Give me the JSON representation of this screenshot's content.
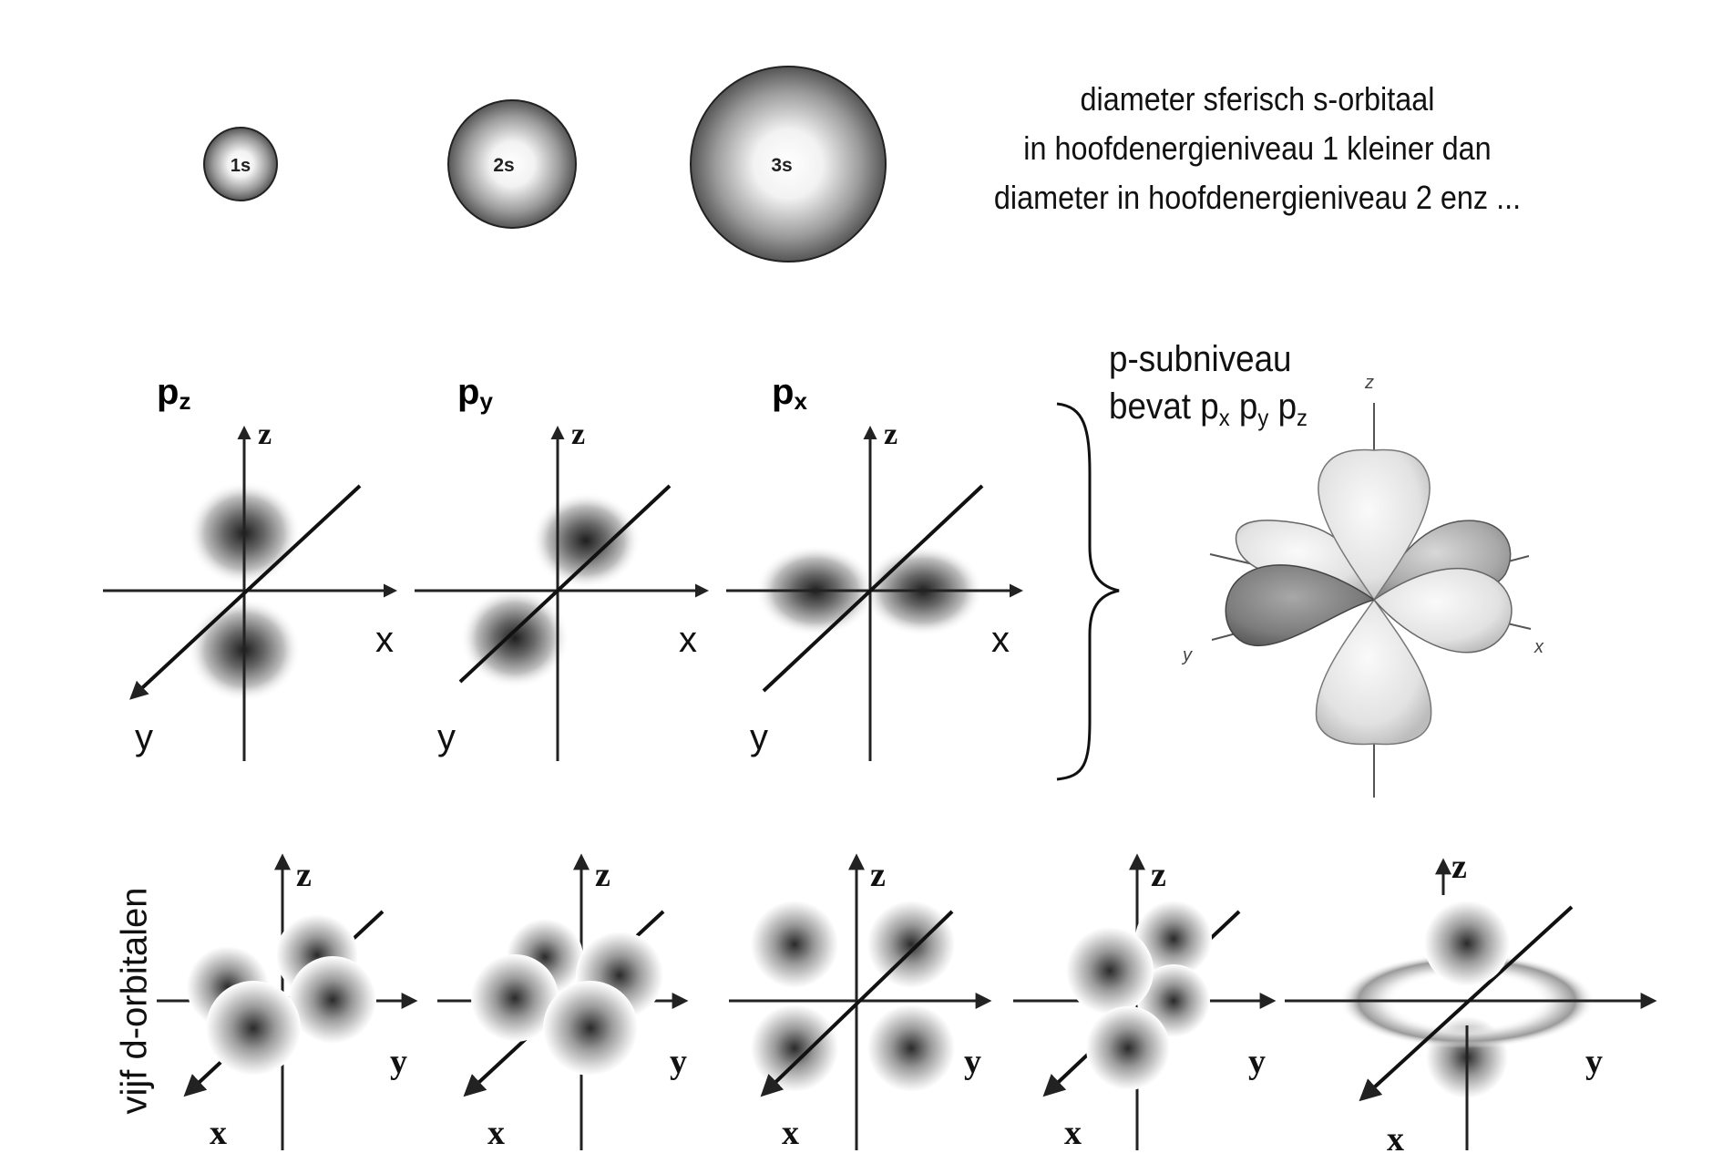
{
  "s_orbitals": {
    "items": [
      {
        "label": "1s"
      },
      {
        "label": "2s"
      },
      {
        "label": "3s"
      }
    ],
    "description": [
      "diameter sferisch s-orbitaal",
      "in hoofdenergieniveau 1 kleiner dan",
      "diameter in hoofdenergieniveau 2 enz ..."
    ]
  },
  "p_orbitals": {
    "panels": [
      {
        "base": "p",
        "sub": "z",
        "axis_z": "z",
        "axis_x": "x",
        "axis_y": "y"
      },
      {
        "base": "p",
        "sub": "y",
        "axis_z": "z",
        "axis_x": "x",
        "axis_y": "y"
      },
      {
        "base": "p",
        "sub": "x",
        "axis_z": "z",
        "axis_x": "x",
        "axis_y": "y"
      }
    ],
    "summary": {
      "line1": "p-subniveau",
      "line2_prefix": "bevat ",
      "p": "p",
      "x": "x",
      "y": "y",
      "z": "z"
    },
    "combined": {
      "axis_z": "z",
      "axis_x": "x",
      "axis_y": "y"
    }
  },
  "d_orbitals": {
    "side_label": "vijf d-orbitalen",
    "panels": [
      {
        "axis_z": "z",
        "axis_y": "y",
        "axis_x": "x"
      },
      {
        "axis_z": "z",
        "axis_y": "y",
        "axis_x": "x"
      },
      {
        "axis_z": "z",
        "axis_y": "y",
        "axis_x": "x"
      },
      {
        "axis_z": "z",
        "axis_y": "y",
        "axis_x": "x"
      },
      {
        "axis_z": "z",
        "axis_y": "y",
        "axis_x": "x"
      }
    ]
  }
}
